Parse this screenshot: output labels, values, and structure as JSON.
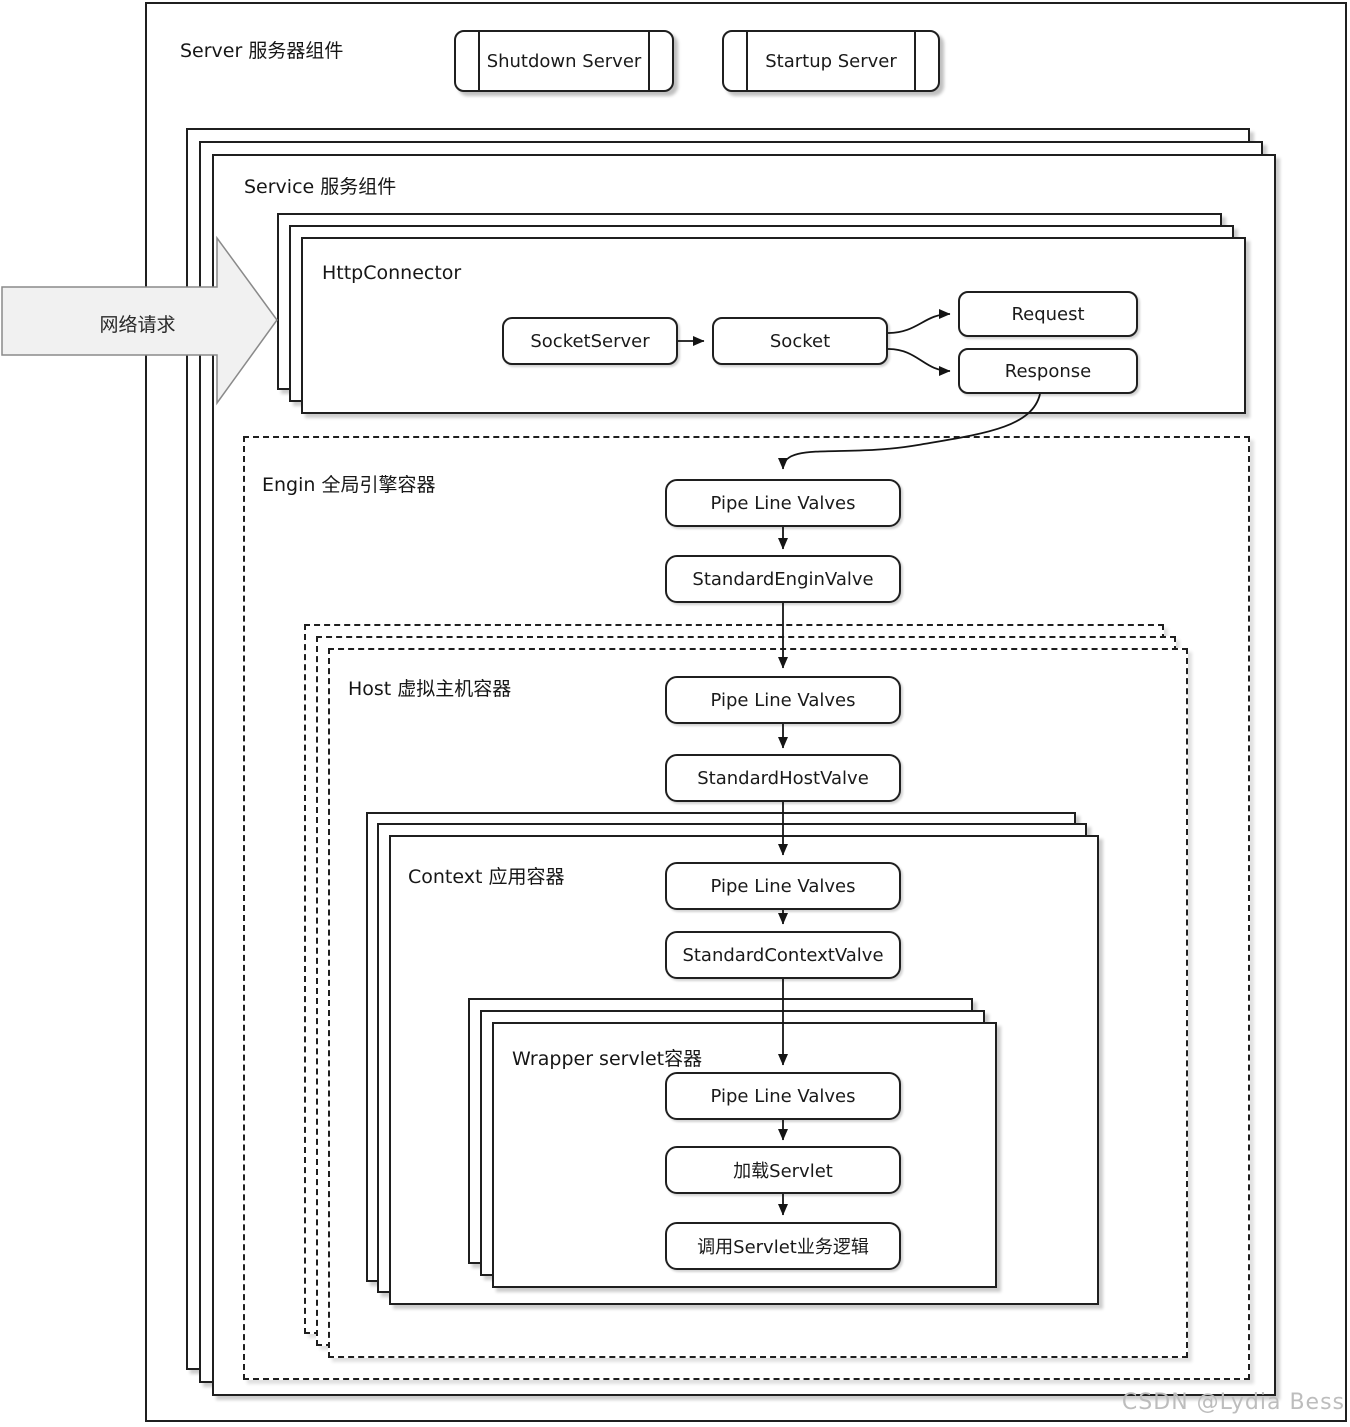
{
  "page": {
    "watermark": "CSDN @Lydia Bess"
  },
  "colors": {
    "ink": "#1a1a1a",
    "network_arrow_fill": "#f1f1f1",
    "network_arrow_border": "#8a8a8a",
    "layer_shadow": "#c9c9c9",
    "watermark_gray": "#bdbdbd"
  },
  "server": {
    "label": "Server 服务器组件",
    "shutdown_button": "Shutdown Server",
    "startup_button": "Startup Server"
  },
  "network_request": {
    "label": "网络请求"
  },
  "service": {
    "label": "Service 服务组件"
  },
  "http_connector": {
    "label": "HttpConnector",
    "socket_server": "SocketServer",
    "socket": "Socket",
    "request": "Request",
    "response": "Response"
  },
  "engine": {
    "label": "Engin 全局引擎容器",
    "pipeline": "Pipe Line Valves",
    "valve": "StandardEnginValve"
  },
  "host": {
    "label": "Host 虚拟主机容器",
    "pipeline": "Pipe Line Valves",
    "valve": "StandardHostValve"
  },
  "context": {
    "label": "Context 应用容器",
    "pipeline": "Pipe Line Valves",
    "valve": "StandardContextValve"
  },
  "wrapper": {
    "label": "Wrapper servlet容器",
    "pipeline": "Pipe Line Valves",
    "load_servlet": "加载Servlet",
    "invoke_servlet": "调用Servlet业务逻辑"
  }
}
